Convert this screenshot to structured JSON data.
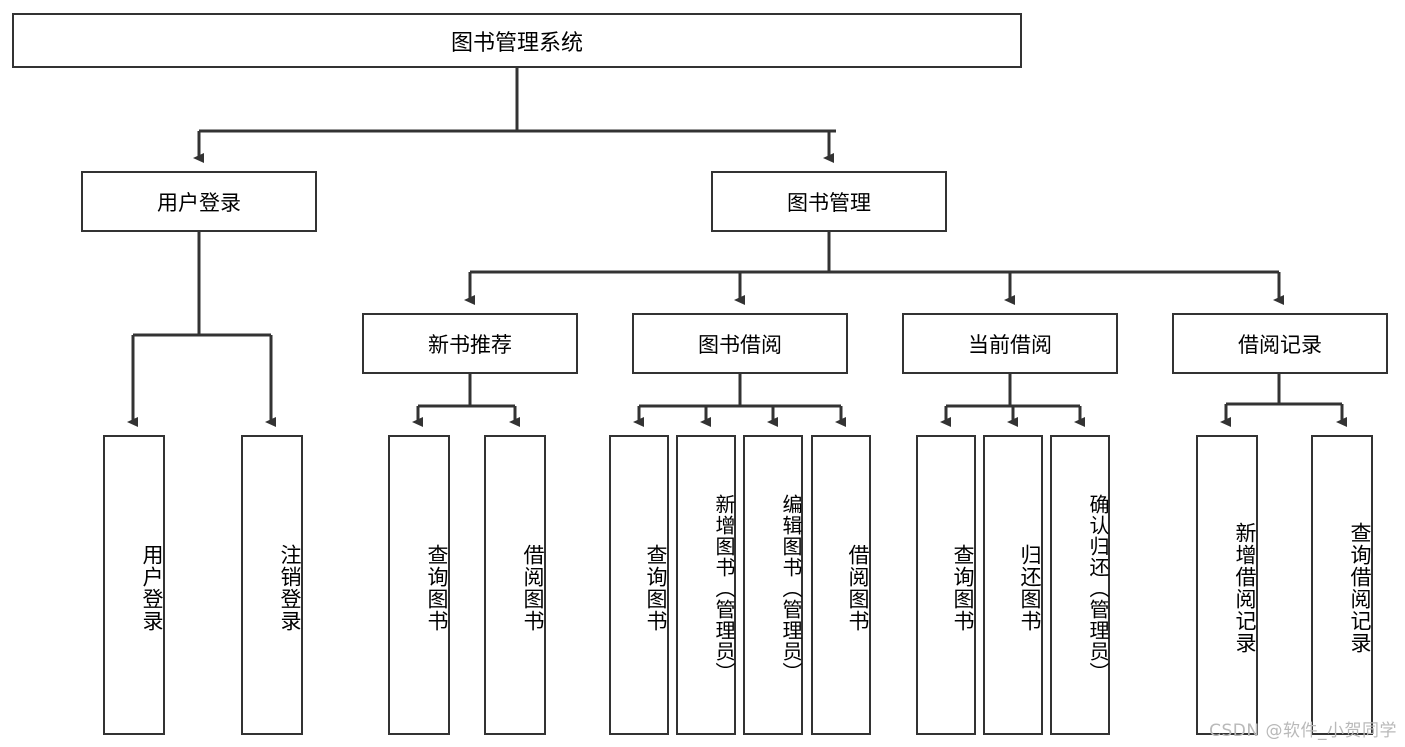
{
  "diagram": {
    "title": "图书管理系统",
    "type": "hierarchy-tree",
    "watermark": "CSDN @软件_小贺同学",
    "colors": {
      "stroke": "#333333",
      "fill": "#ffffff",
      "text": "#000000",
      "watermark": "#b9b9b9",
      "background": "#ffffff"
    },
    "root": {
      "label": "图书管理系统"
    },
    "level2": [
      {
        "label": "用户登录"
      },
      {
        "label": "图书管理"
      }
    ],
    "level3": [
      {
        "label": "新书推荐"
      },
      {
        "label": "图书借阅"
      },
      {
        "label": "当前借阅"
      },
      {
        "label": "借阅记录"
      }
    ],
    "leaves": {
      "user_login": [
        {
          "label": "用户登录"
        },
        {
          "label": "注销登录"
        }
      ],
      "new_book_recommend": [
        {
          "label": "查询图书"
        },
        {
          "label": "借阅图书"
        }
      ],
      "book_borrow": [
        {
          "label": "查询图书"
        },
        {
          "label": "新增图书（管理员）"
        },
        {
          "label": "编辑图书（管理员）"
        },
        {
          "label": "借阅图书"
        }
      ],
      "current_borrow": [
        {
          "label": "查询图书"
        },
        {
          "label": "归还图书"
        },
        {
          "label": "确认归还（管理员）"
        }
      ],
      "borrow_record": [
        {
          "label": "新增借阅记录"
        },
        {
          "label": "查询借阅记录"
        }
      ]
    }
  }
}
